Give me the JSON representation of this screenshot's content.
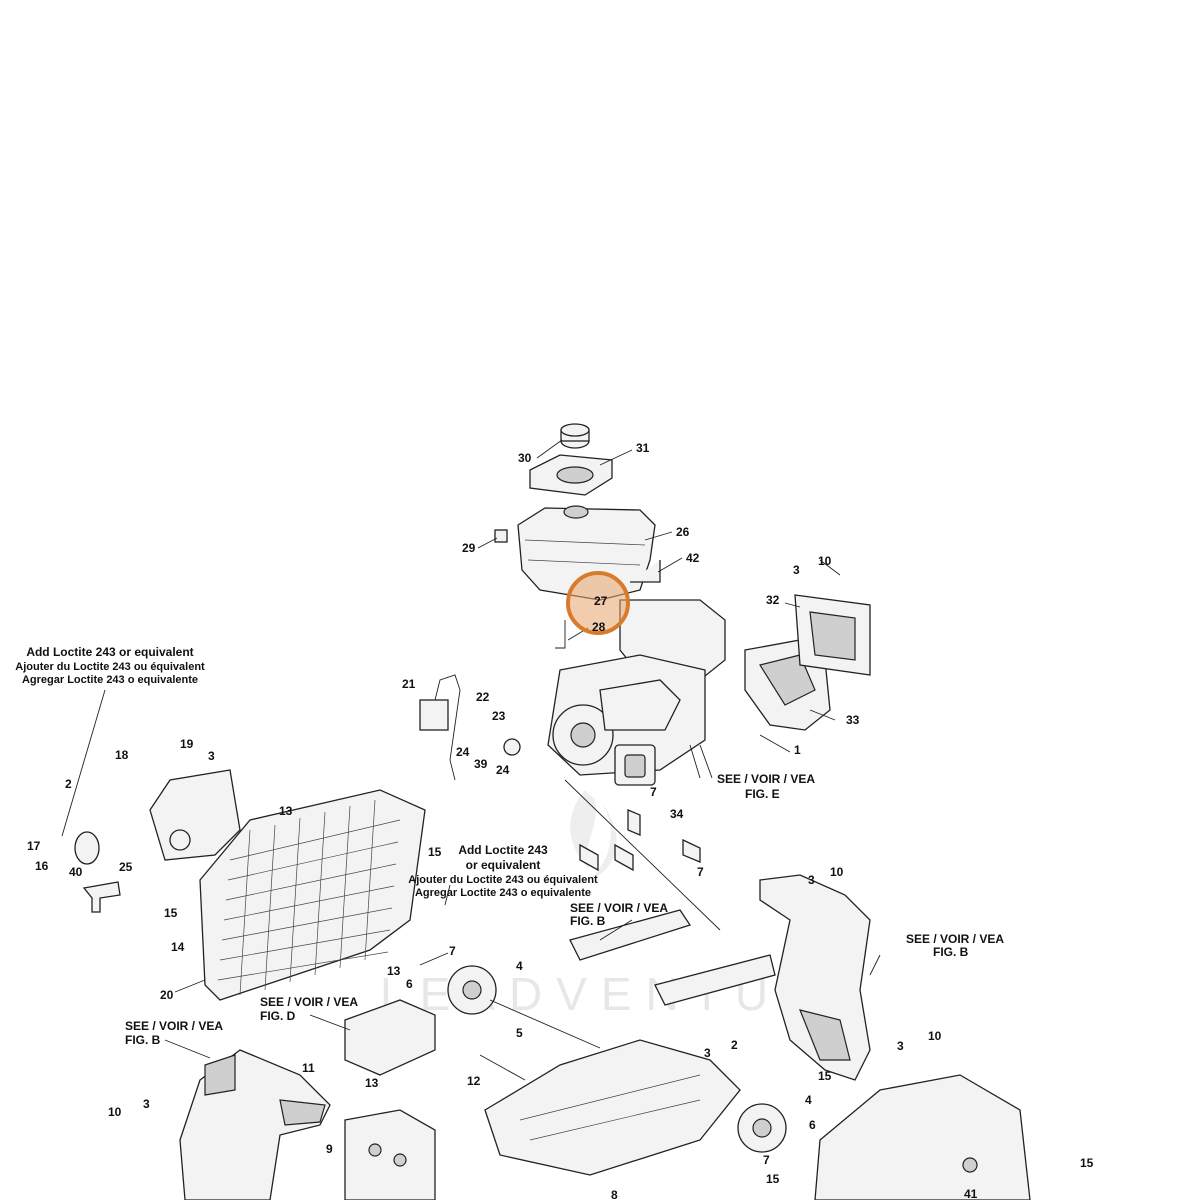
{
  "watermark": "LEADVENTURE",
  "highlight": {
    "callout": "27"
  },
  "callouts": [
    {
      "id": "c30",
      "text": "30"
    },
    {
      "id": "c31",
      "text": "31"
    },
    {
      "id": "c26",
      "text": "26"
    },
    {
      "id": "c29",
      "text": "29"
    },
    {
      "id": "c42",
      "text": "42"
    },
    {
      "id": "c27",
      "text": "27"
    },
    {
      "id": "c28",
      "text": "28"
    },
    {
      "id": "c10a",
      "text": "10"
    },
    {
      "id": "c3a",
      "text": "3"
    },
    {
      "id": "c32",
      "text": "32"
    },
    {
      "id": "c33",
      "text": "33"
    },
    {
      "id": "c1",
      "text": "1"
    },
    {
      "id": "c21",
      "text": "21"
    },
    {
      "id": "c22",
      "text": "22"
    },
    {
      "id": "c23",
      "text": "23"
    },
    {
      "id": "c24a",
      "text": "24"
    },
    {
      "id": "c39",
      "text": "39"
    },
    {
      "id": "c24b",
      "text": "24"
    },
    {
      "id": "c7a",
      "text": "7"
    },
    {
      "id": "c34",
      "text": "34"
    },
    {
      "id": "c7b",
      "text": "7"
    },
    {
      "id": "c19",
      "text": "19"
    },
    {
      "id": "c18",
      "text": "18"
    },
    {
      "id": "c3b",
      "text": "3"
    },
    {
      "id": "c2a",
      "text": "2"
    },
    {
      "id": "c17",
      "text": "17"
    },
    {
      "id": "c16",
      "text": "16"
    },
    {
      "id": "c40",
      "text": "40"
    },
    {
      "id": "c25",
      "text": "25"
    },
    {
      "id": "c13a",
      "text": "13"
    },
    {
      "id": "c15a",
      "text": "15"
    },
    {
      "id": "c15b",
      "text": "15"
    },
    {
      "id": "c14",
      "text": "14"
    },
    {
      "id": "c20",
      "text": "20"
    },
    {
      "id": "c7c",
      "text": "7"
    },
    {
      "id": "c13b",
      "text": "13"
    },
    {
      "id": "c6a",
      "text": "6"
    },
    {
      "id": "c4a",
      "text": "4"
    },
    {
      "id": "c5",
      "text": "5"
    },
    {
      "id": "c13c",
      "text": "13"
    },
    {
      "id": "c12",
      "text": "12"
    },
    {
      "id": "c11",
      "text": "11"
    },
    {
      "id": "c10b",
      "text": "10"
    },
    {
      "id": "c3c",
      "text": "3"
    },
    {
      "id": "c9",
      "text": "9"
    },
    {
      "id": "c3d",
      "text": "3"
    },
    {
      "id": "c2b",
      "text": "2"
    },
    {
      "id": "c10c",
      "text": "10"
    },
    {
      "id": "c3e",
      "text": "3"
    },
    {
      "id": "c10d",
      "text": "10"
    },
    {
      "id": "c3f",
      "text": "3"
    },
    {
      "id": "c15c",
      "text": "15"
    },
    {
      "id": "c4b",
      "text": "4"
    },
    {
      "id": "c6b",
      "text": "6"
    },
    {
      "id": "c7d",
      "text": "7"
    },
    {
      "id": "c15d",
      "text": "15"
    },
    {
      "id": "c15e",
      "text": "15"
    },
    {
      "id": "c41",
      "text": "41"
    },
    {
      "id": "c8",
      "text": "8"
    }
  ],
  "notes": {
    "loctite_left": [
      "Add Loctite 243 or equivalent",
      "Ajouter du Loctite 243 ou équivalent",
      "Agregar Loctite 243 o equivalente"
    ],
    "loctite_mid": [
      "Add Loctite 243",
      "or equivalent",
      "Ajouter du Loctite 243 ou équivalent",
      "Agregar Loctite 243 o equivalente"
    ],
    "see_fig_e": [
      "SEE / VOIR / VEA",
      "FIG. E"
    ],
    "see_fig_b_mid": [
      "SEE / VOIR / VEA",
      "FIG. B"
    ],
    "see_fig_b_right": [
      "SEE / VOIR / VEA",
      "FIG. B"
    ],
    "see_fig_d": [
      "SEE / VOIR / VEA",
      "FIG. D"
    ],
    "see_fig_b_left": [
      "SEE / VOIR / VEA",
      "FIG. B"
    ]
  }
}
